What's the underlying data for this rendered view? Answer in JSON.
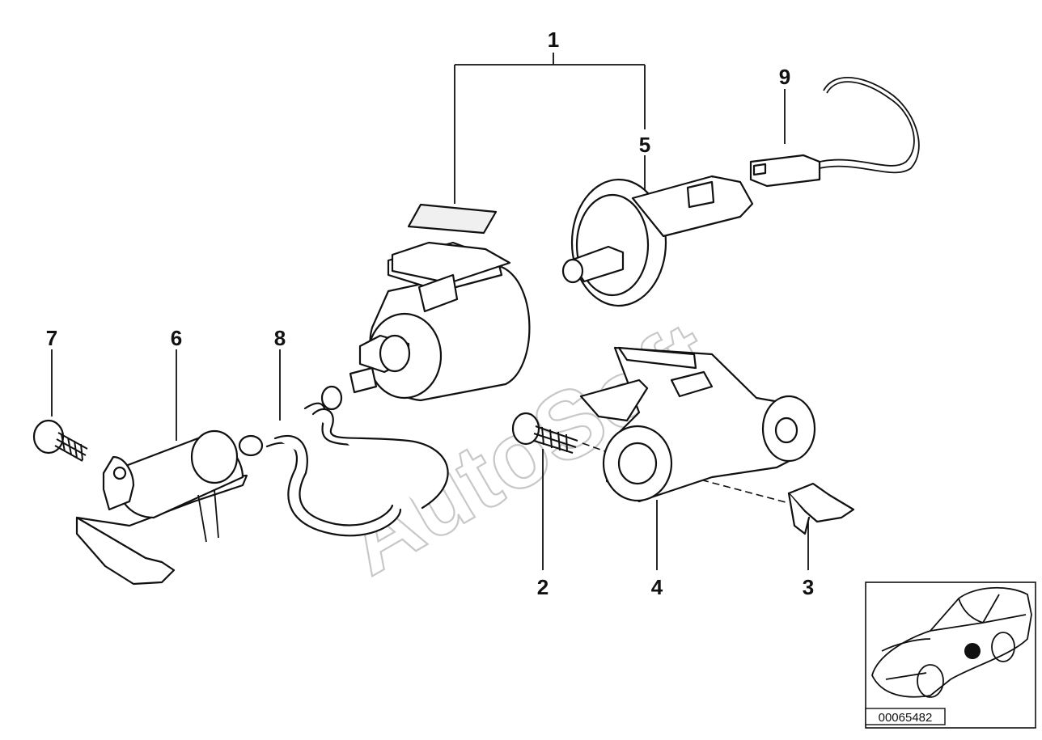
{
  "watermark": "AutoSoft",
  "callouts": [
    {
      "id": "1",
      "label": "1"
    },
    {
      "id": "2",
      "label": "2"
    },
    {
      "id": "3",
      "label": "3"
    },
    {
      "id": "4",
      "label": "4"
    },
    {
      "id": "5",
      "label": "5"
    },
    {
      "id": "6",
      "label": "6"
    },
    {
      "id": "7",
      "label": "7"
    },
    {
      "id": "8",
      "label": "8"
    },
    {
      "id": "9",
      "label": "9"
    }
  ],
  "diagram_number": "00065482",
  "icons": {
    "thumbnail": "car-location-thumbnail",
    "marker": "location-dot-icon"
  }
}
